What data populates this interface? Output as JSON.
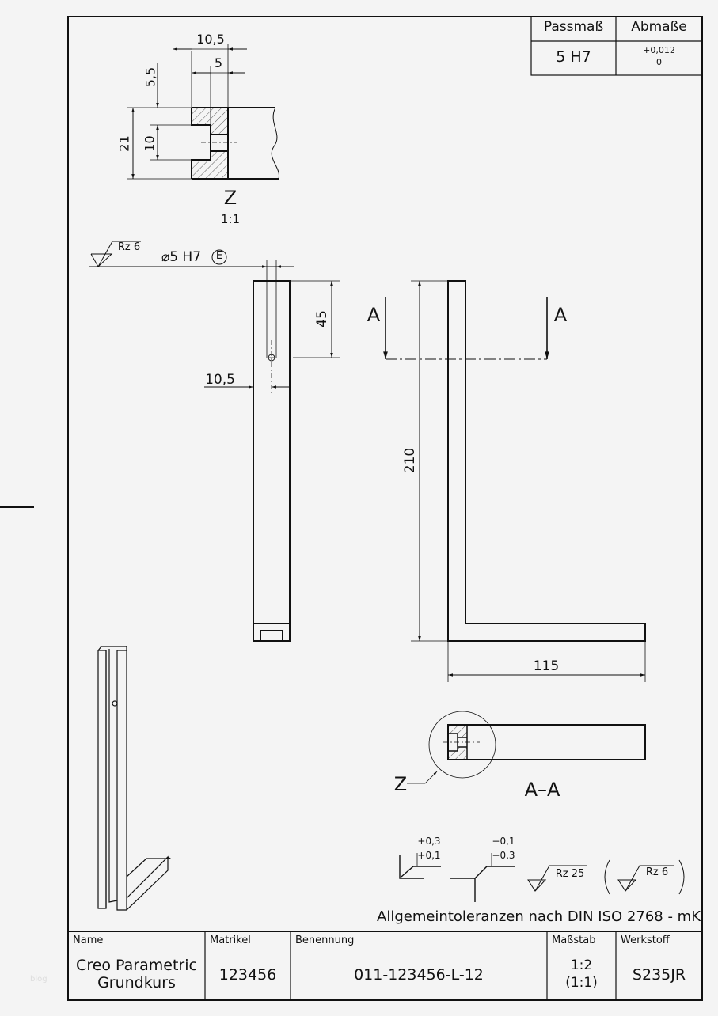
{
  "fit_table": {
    "headers": [
      "Passmaß",
      "Abmaße"
    ],
    "fit": "5 H7",
    "upper_deviation": "+0,012",
    "lower_deviation": "0"
  },
  "detail_view": {
    "label": "Z",
    "scale": "1:1",
    "dimensions": {
      "width_total": "10,5",
      "width_inner": "5",
      "offset": "5,5",
      "height_total": "21",
      "slot": "10"
    }
  },
  "front_view": {
    "surface_finish": "Rz 6",
    "hole_callout": "⌀5 H7",
    "envelope_symbol": "E",
    "dim_hole_depth": "45",
    "dim_hole_offset": "10,5"
  },
  "side_view": {
    "section_label_left": "A",
    "section_label_right": "A",
    "dim_height": "210",
    "dim_width": "115"
  },
  "section_view": {
    "label": "A–A",
    "detail_callout": "Z"
  },
  "symbols": {
    "tol_1_upper": "+0,3",
    "tol_1_lower": "+0,1",
    "tol_2_upper": "−0,1",
    "tol_2_lower": "−0,3",
    "surface_general": "Rz 25",
    "surface_special": "Rz 6",
    "general_tolerances": "Allgemeintoleranzen nach DIN ISO 2768 - mK"
  },
  "title_block": {
    "name_label": "Name",
    "name_line1": "Creo Parametric",
    "name_line2": "Grundkurs",
    "matrikel_label": "Matrikel",
    "matrikel": "123456",
    "benennung_label": "Benennung",
    "benennung": "011-123456-L-12",
    "massstab_label": "Maßstab",
    "massstab_line1": "1:2",
    "massstab_line2": "(1:1)",
    "werkstoff_label": "Werkstoff",
    "werkstoff": "S235JR"
  },
  "watermark": "blog"
}
